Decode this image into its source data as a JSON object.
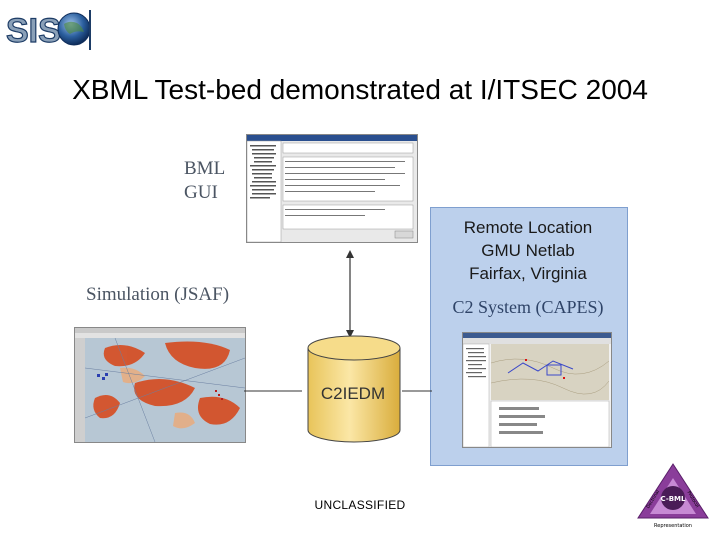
{
  "header": {
    "logo_text": "SISO"
  },
  "slide": {
    "title": "XBML Test-bed demonstrated at I/ITSEC 2004"
  },
  "labels": {
    "bml_gui_line1": "BML",
    "bml_gui_line2": "GUI",
    "simulation": "Simulation (JSAF)",
    "remote_line1": "Remote Location",
    "remote_line2": "GMU Netlab",
    "remote_line3": "Fairfax, Virginia",
    "c2_system": "C2 System (CAPES)",
    "database": "C2IEDM"
  },
  "footer": {
    "classification": "UNCLASSIFIED"
  },
  "badge": {
    "center": "C-BML",
    "left": "Doctrinal",
    "right": "Protocol",
    "bottom": "Representation"
  },
  "colors": {
    "remote_panel": "#bcd0ec",
    "database_fill": "#f0d27a",
    "badge_purple": "#8a3d9a",
    "logo_blue": "#1f4e8c"
  }
}
